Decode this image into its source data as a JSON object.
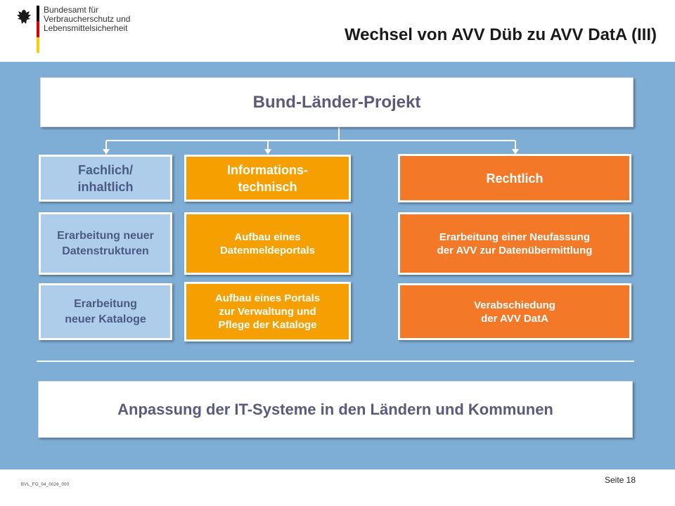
{
  "header": {
    "org_line1": "Bundesamt für",
    "org_line2": "Verbraucherschutz und",
    "org_line3": "Lebensmittelsicherheit",
    "title": "Wechsel von AVV Düb zu AVV DatA (III)"
  },
  "diagram": {
    "top_box": "Bund-Länder-Projekt",
    "columns": [
      {
        "header_line1": "Fachlich/",
        "header_line2": "inhaltlich",
        "items": [
          {
            "line1": "Erarbeitung neuer",
            "line2": "Datenstrukturen"
          },
          {
            "line1": "Erarbeitung",
            "line2": "neuer Kataloge"
          }
        ]
      },
      {
        "header_line1": "Informations-",
        "header_line2": "technisch",
        "items": [
          {
            "line1": "Aufbau eines",
            "line2": "Datenmeldeportals"
          },
          {
            "line1": "Aufbau eines Portals",
            "line2": "zur Verwaltung und",
            "line3": "Pflege der Kataloge"
          }
        ]
      },
      {
        "header_line1": "Rechtlich",
        "items": [
          {
            "line1": "Erarbeitung einer Neufassung",
            "line2": "der AVV zur Datenübermittlung"
          },
          {
            "line1": "Verabschiedung",
            "line2": "der AVV DatA"
          }
        ]
      }
    ],
    "bottom_box": "Anpassung der IT-Systeme in den Ländern und Kommunen"
  },
  "footer": {
    "doc_id": "BVL_FO_04_0026_000",
    "page_label": "Seite 18"
  },
  "colors": {
    "background_band": "#7EADD5",
    "fachlich": "#AECDEA",
    "informationstechnisch": "#F5A000",
    "rechtlich": "#F37828"
  }
}
